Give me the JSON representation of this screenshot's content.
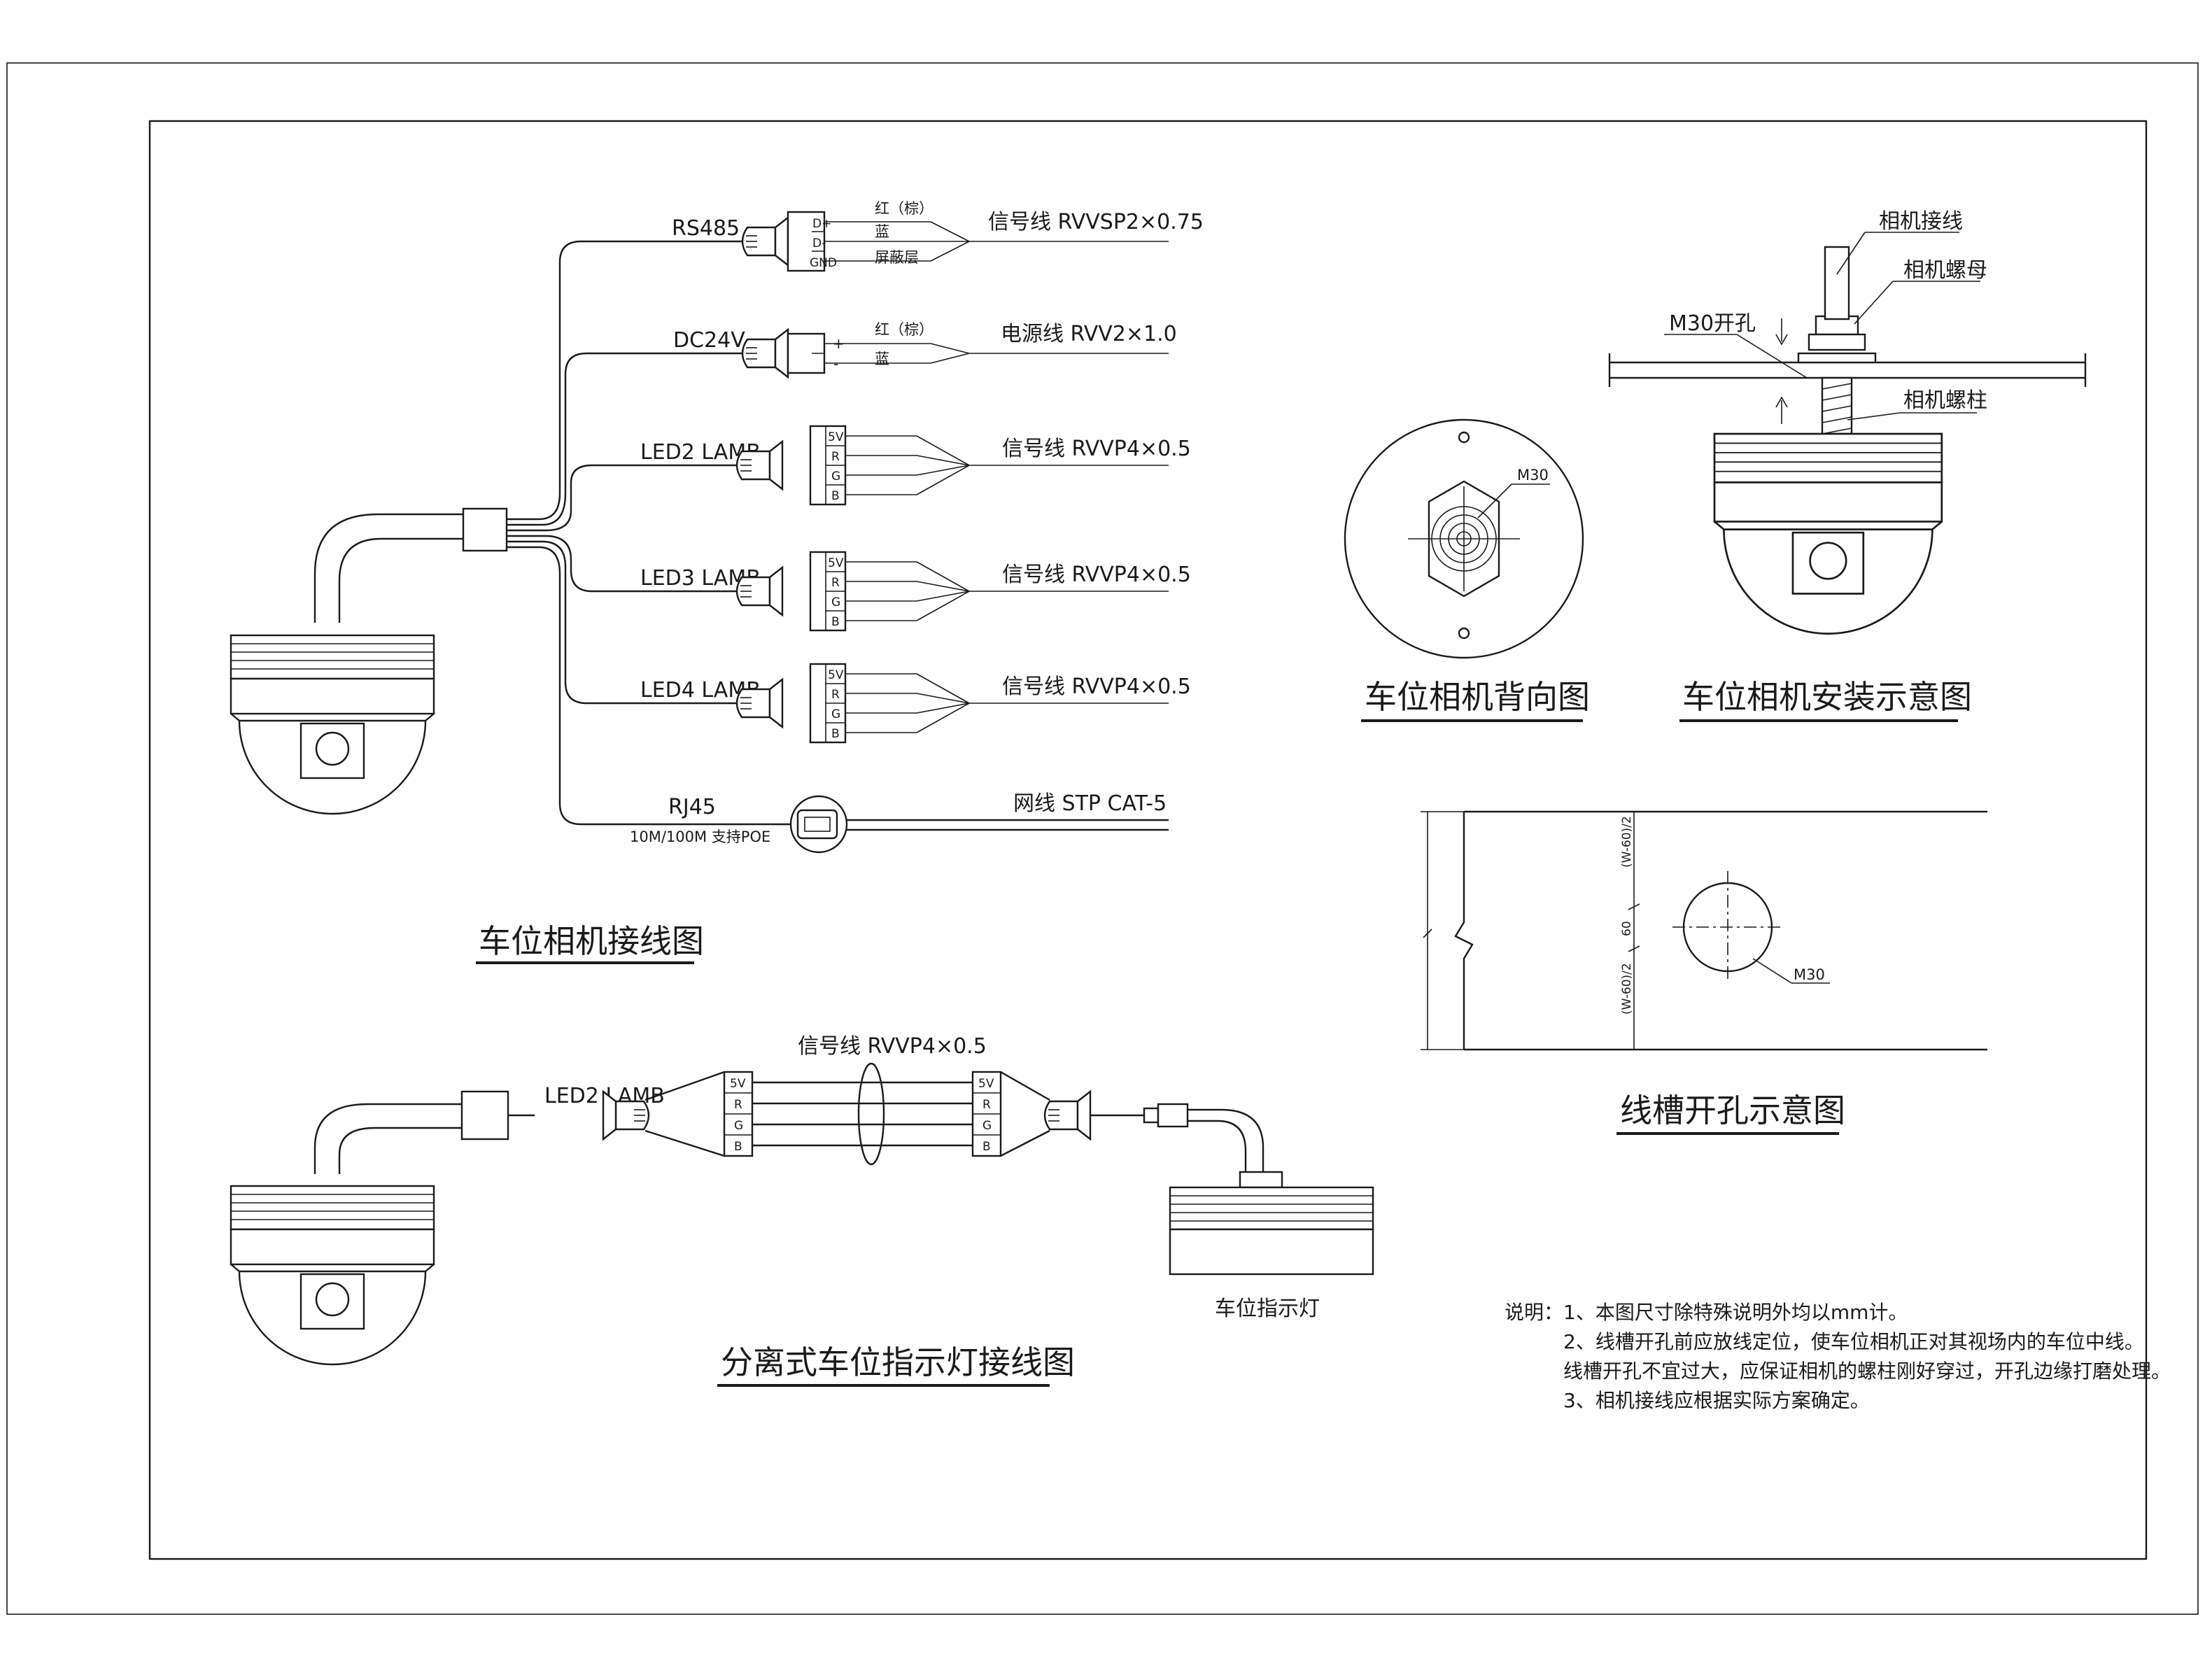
{
  "wiring": {
    "title": "车位相机接线图",
    "rs485": {
      "label": "RS485",
      "pins": [
        "D+",
        "D-",
        "GND"
      ],
      "wires": [
        "红（棕）",
        "蓝",
        "屏蔽层"
      ],
      "cable": "信号线 RVVSP2×0.75"
    },
    "dc24v": {
      "label": "DC24V",
      "pins": [
        "+",
        "-"
      ],
      "wires": [
        "红（棕）",
        "蓝"
      ],
      "cable": "电源线 RVV2×1.0"
    },
    "led2": {
      "label": "LED2 LAMB",
      "pins": [
        "5V",
        "R",
        "G",
        "B"
      ],
      "cable": "信号线 RVVP4×0.5"
    },
    "led3": {
      "label": "LED3 LAMB",
      "pins": [
        "5V",
        "R",
        "G",
        "B"
      ],
      "cable": "信号线 RVVP4×0.5"
    },
    "led4": {
      "label": "LED4 LAMB",
      "pins": [
        "5V",
        "R",
        "G",
        "B"
      ],
      "cable": "信号线 RVVP4×0.5"
    },
    "rj45": {
      "label": "RJ45",
      "sub": "10M/100M 支持POE",
      "cable": "网线 STP CAT-5"
    }
  },
  "back_view": {
    "title": "车位相机背向图",
    "label": "M30"
  },
  "install": {
    "title": "车位相机安装示意图",
    "callouts": [
      "相机接线",
      "相机螺母",
      "M30开孔",
      "相机螺柱"
    ]
  },
  "trough": {
    "title": "线槽开孔示意图",
    "label": "M30",
    "dims": [
      "(W-60)/2",
      "60",
      "(W-60)/2"
    ]
  },
  "indicator": {
    "title": "分离式车位指示灯接线图",
    "led_label": "LED2 LAMB",
    "cable": "信号线 RVVP4×0.5",
    "pins": [
      "5V",
      "R",
      "G",
      "B"
    ],
    "lamp_label": "车位指示灯"
  },
  "notes": {
    "prefix": "说明：",
    "lines": [
      "1、本图尺寸除特殊说明外均以mm计。",
      "2、线槽开孔前应放线定位，使车位相机正对其视场内的车位中线。",
      "线槽开孔不宜过大，应保证相机的螺柱刚好穿过，开孔边缘打磨处理。",
      "3、相机接线应根据实际方案确定。"
    ]
  }
}
